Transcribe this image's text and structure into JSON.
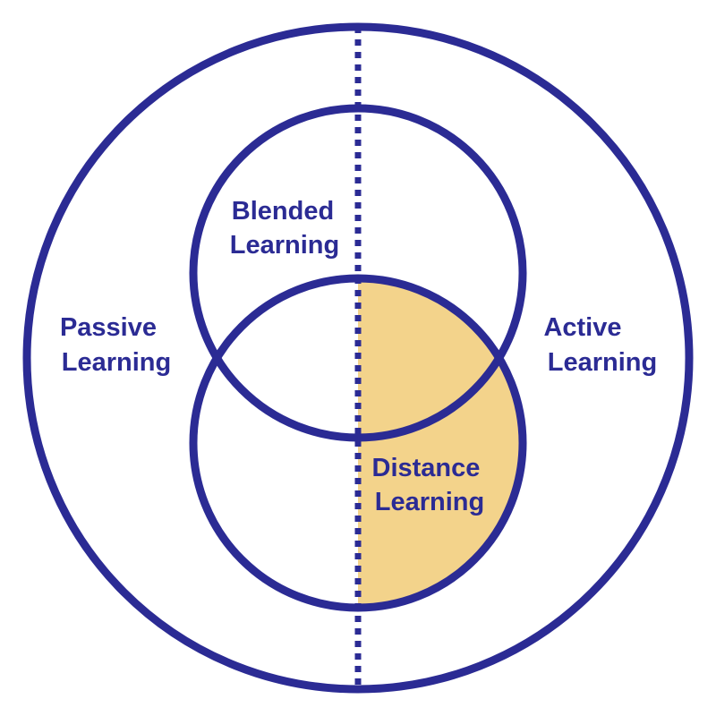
{
  "colors": {
    "stroke": "#2b2b94",
    "highlight_fill": "#f3d38b",
    "text": "#2b2b94",
    "background": "#ffffff"
  },
  "labels": {
    "blended": [
      "Blended",
      "Learning"
    ],
    "passive": [
      "Passive",
      "Learning"
    ],
    "active": [
      "Active",
      "Learning"
    ],
    "distance": [
      "Distance",
      "Learning"
    ]
  },
  "highlighted_region": "Distance Learning (active side)"
}
